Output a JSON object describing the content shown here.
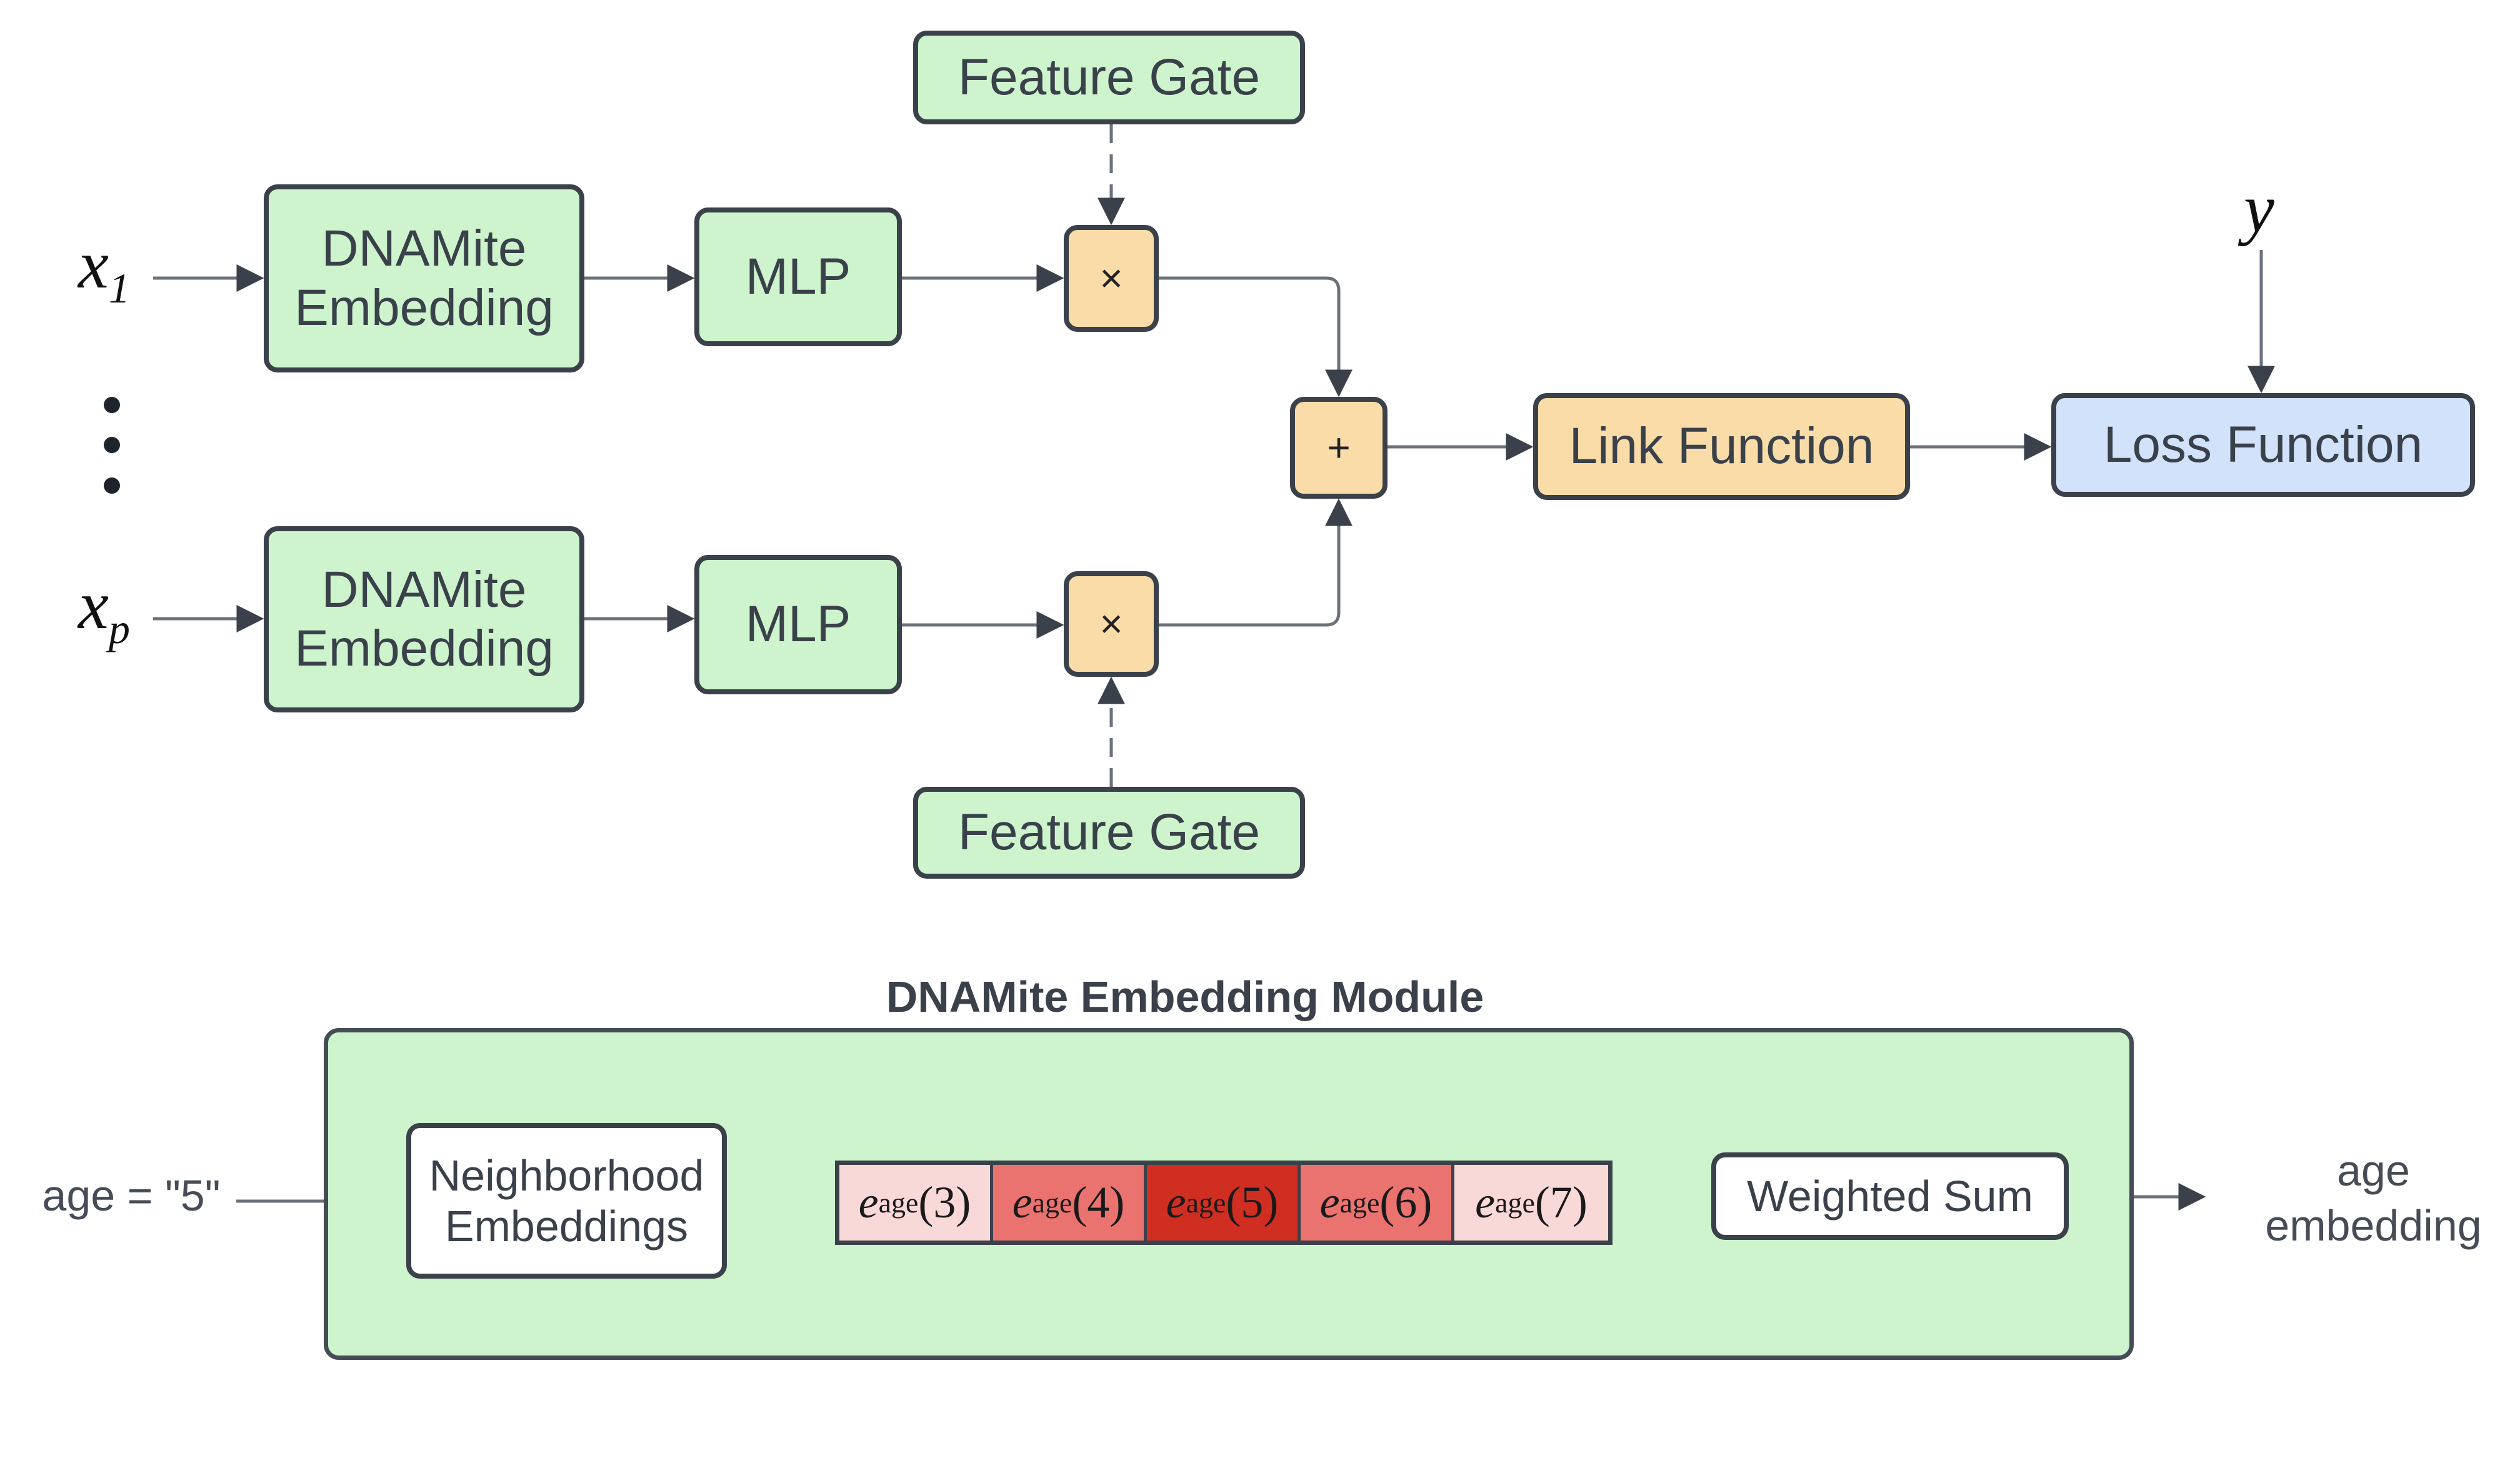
{
  "inputs": {
    "x1": {
      "base": "x",
      "sub": "1"
    },
    "xp": {
      "base": "x",
      "sub": "p"
    },
    "ellipsis": "vertical-dots",
    "y": "y"
  },
  "blocks": {
    "embedding_top": {
      "line1": "DNAMite",
      "line2": "Embedding"
    },
    "embedding_bottom": {
      "line1": "DNAMite",
      "line2": "Embedding"
    },
    "mlp_top": "MLP",
    "mlp_bottom": "MLP",
    "gate_top": "Feature Gate",
    "gate_bottom": "Feature Gate",
    "multiply_top": "×",
    "multiply_bottom": "×",
    "sum": "+",
    "link": "Link Function",
    "loss": "Loss Function"
  },
  "module": {
    "title": "DNAMite Embedding Module",
    "input_label": "age = \"5\"",
    "neighborhood": {
      "line1": "Neighborhood",
      "line2": "Embeddings"
    },
    "cells": [
      {
        "base": "e",
        "sub": "age",
        "arg": "(3)",
        "color": "#f9d9d7"
      },
      {
        "base": "e",
        "sub": "age",
        "arg": "(4)",
        "color": "#ea7370"
      },
      {
        "base": "e",
        "sub": "age",
        "arg": "(5)",
        "color": "#d12e22"
      },
      {
        "base": "e",
        "sub": "age",
        "arg": "(6)",
        "color": "#ea7370"
      },
      {
        "base": "e",
        "sub": "age",
        "arg": "(7)",
        "color": "#f9d9d7"
      }
    ],
    "weighted_sum": "Weighted Sum",
    "output": {
      "line1": "age",
      "line2": "embedding"
    }
  },
  "colors": {
    "green": "#cdf4cc",
    "orange": "#f9dca7",
    "blue": "#d3e2fb",
    "stroke": "#3a414a"
  }
}
